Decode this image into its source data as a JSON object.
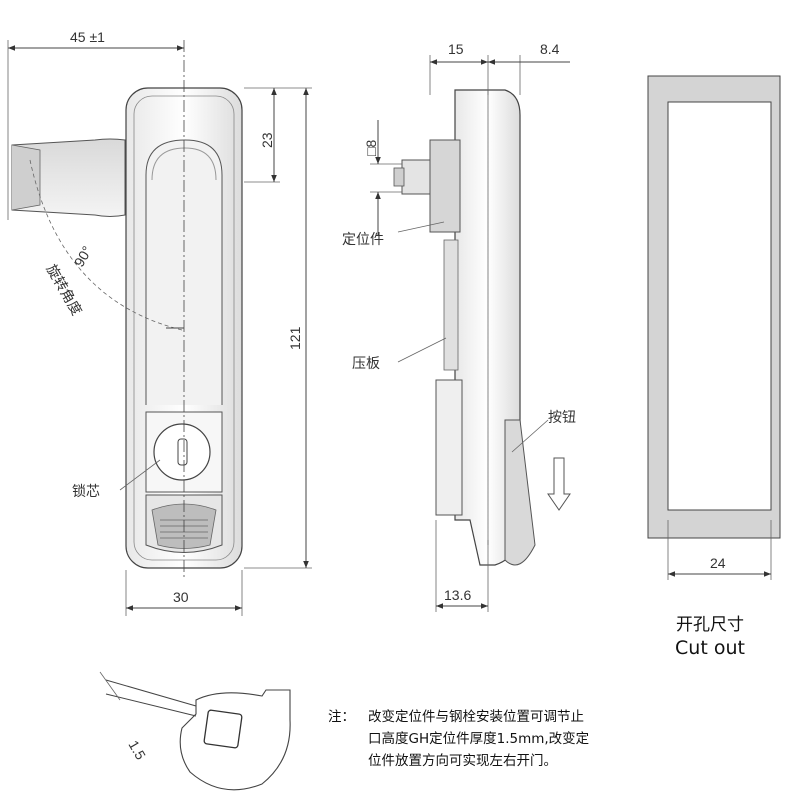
{
  "dimensions": {
    "width_total": "45 ±1",
    "top_height": "23",
    "total_height": "121",
    "base_width": "30",
    "side_depth_top": "15",
    "side_depth_right": "8.4",
    "square_shaft": "□8",
    "side_bottom": "13.6",
    "cutout_width": "24",
    "cam_thickness": "1.5",
    "rotation_angle": "90°"
  },
  "labels": {
    "rotation": "旋转角度",
    "lock_core": "锁芯",
    "positioner": "定位件",
    "pressure_plate": "压板",
    "button": "按钮"
  },
  "cutout": {
    "title_zh": "开孔尺寸",
    "title_en": "Cut out"
  },
  "note": {
    "label": "注：",
    "lines": [
      "改变定位件与钢栓安装位置可调节止",
      "口高度GH定位件厚度1.5mm,改变定",
      "位件放置方向可实现左右开门。"
    ]
  },
  "icons": [
    "down-arrow-icon"
  ]
}
